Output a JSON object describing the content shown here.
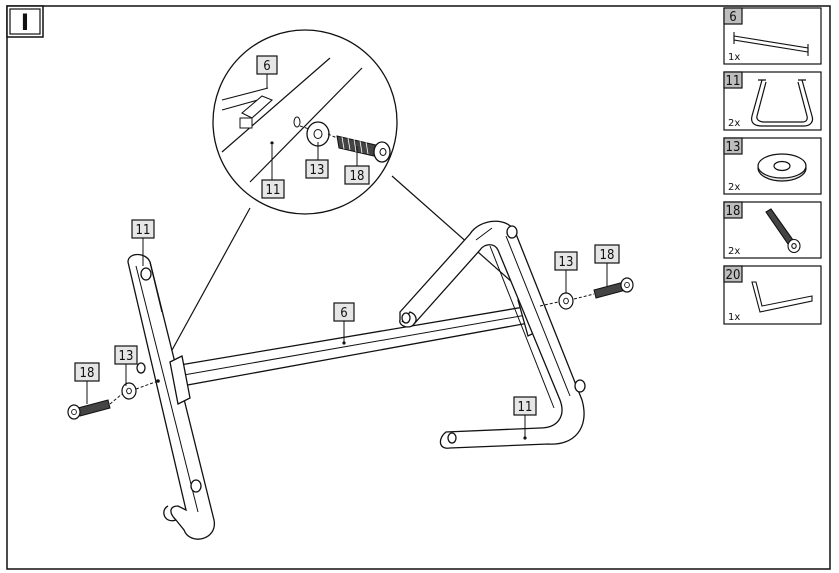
{
  "step": {
    "number": "I"
  },
  "callouts": {
    "detail_crossbar": "6",
    "detail_frame": "11",
    "detail_washer": "13",
    "detail_bolt": "18",
    "left_frame": "11",
    "left_washer": "13",
    "left_bolt": "18",
    "crossbar": "6",
    "right_washer": "13",
    "right_bolt": "18",
    "right_frame": "11"
  },
  "parts_list": [
    {
      "number": "6",
      "qty": "1x"
    },
    {
      "number": "11",
      "qty": "2x"
    },
    {
      "number": "13",
      "qty": "2x"
    },
    {
      "number": "18",
      "qty": "2x"
    },
    {
      "number": "20",
      "qty": "1x"
    }
  ],
  "colors": {
    "line": "#111111",
    "tag_fill": "#e6e6e6",
    "tag_fill_dark": "#bdbdbd"
  }
}
